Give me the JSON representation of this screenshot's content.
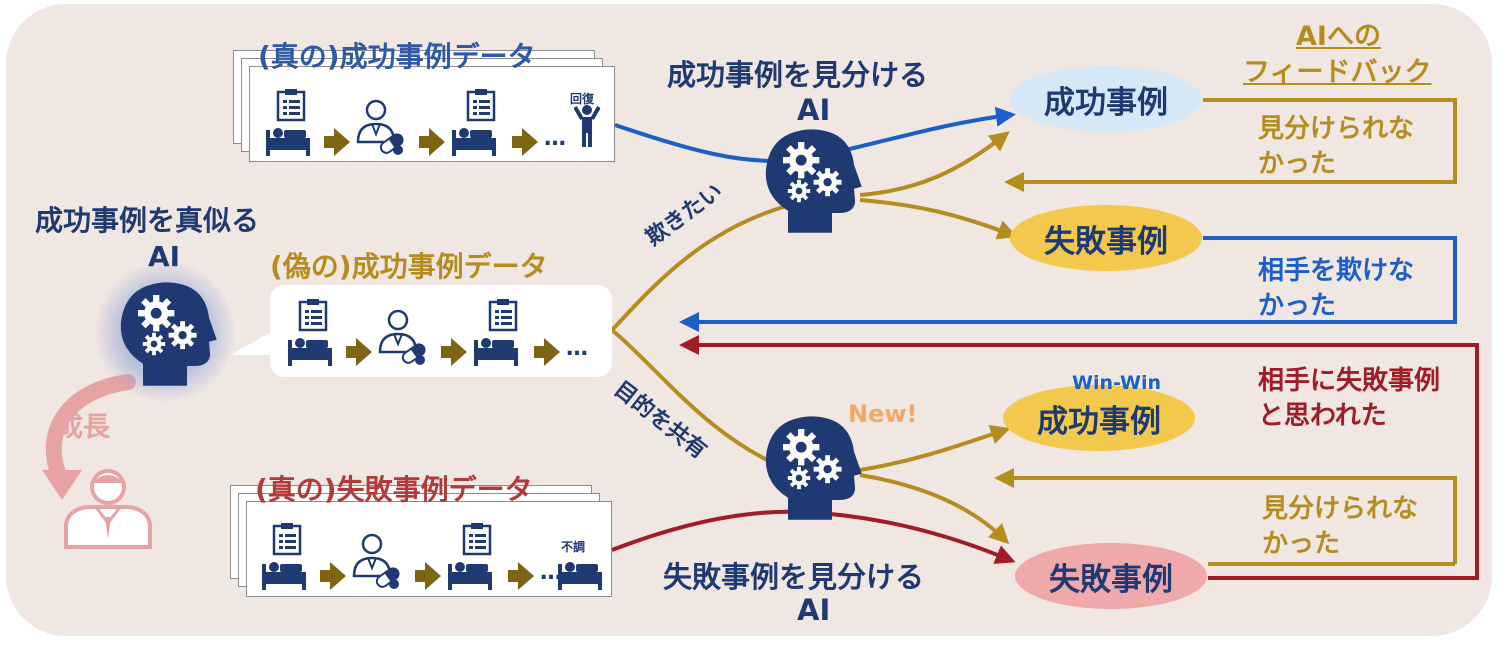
{
  "true_success_title": "(真の)成功事例データ",
  "fake_success_title": "(偽の)成功事例データ",
  "true_failure_title": "(真の)失敗事例データ",
  "imitator_ai": {
    "line1": "成功事例を真似る",
    "line2": "AI"
  },
  "success_detector_ai": {
    "line1": "成功事例を見分ける",
    "line2": "AI"
  },
  "failure_detector_ai": {
    "line1": "失敗事例を見分ける",
    "line2": "AI"
  },
  "feedback_header": {
    "line1": "AIへの",
    "line2": "フィードバック"
  },
  "outcomes": {
    "top_success": "成功事例",
    "top_failure": "失敗事例",
    "bottom_success": "成功事例",
    "bottom_failure": "失敗事例"
  },
  "feedback": {
    "top_missed": {
      "line1": "見分けられな",
      "line2": "かった"
    },
    "not_deceived": {
      "line1": "相手を欺けな",
      "line2": "かった"
    },
    "thought_failure": {
      "line1": "相手に失敗事例",
      "line2": "と思われた"
    },
    "bottom_missed": {
      "line1": "見分けられな",
      "line2": "かった"
    }
  },
  "labels": {
    "want_to_deceive": "欺きたい",
    "share_goal": "目的を共有",
    "growth": "成長",
    "win_win": "Win-Win",
    "new": "New!",
    "recovery": "回復",
    "unwell": "不調",
    "ellipsis": "…"
  },
  "colors": {
    "navy": "#1f3a73",
    "gold": "#b58d1e",
    "blue": "#1c5fc9",
    "red": "#a01d27",
    "pink": "#e7a3a3",
    "light_blue": "#d6e8f7",
    "yellow": "#f2c94c",
    "rose": "#f0a9ab",
    "background": "#f0e6e2"
  }
}
